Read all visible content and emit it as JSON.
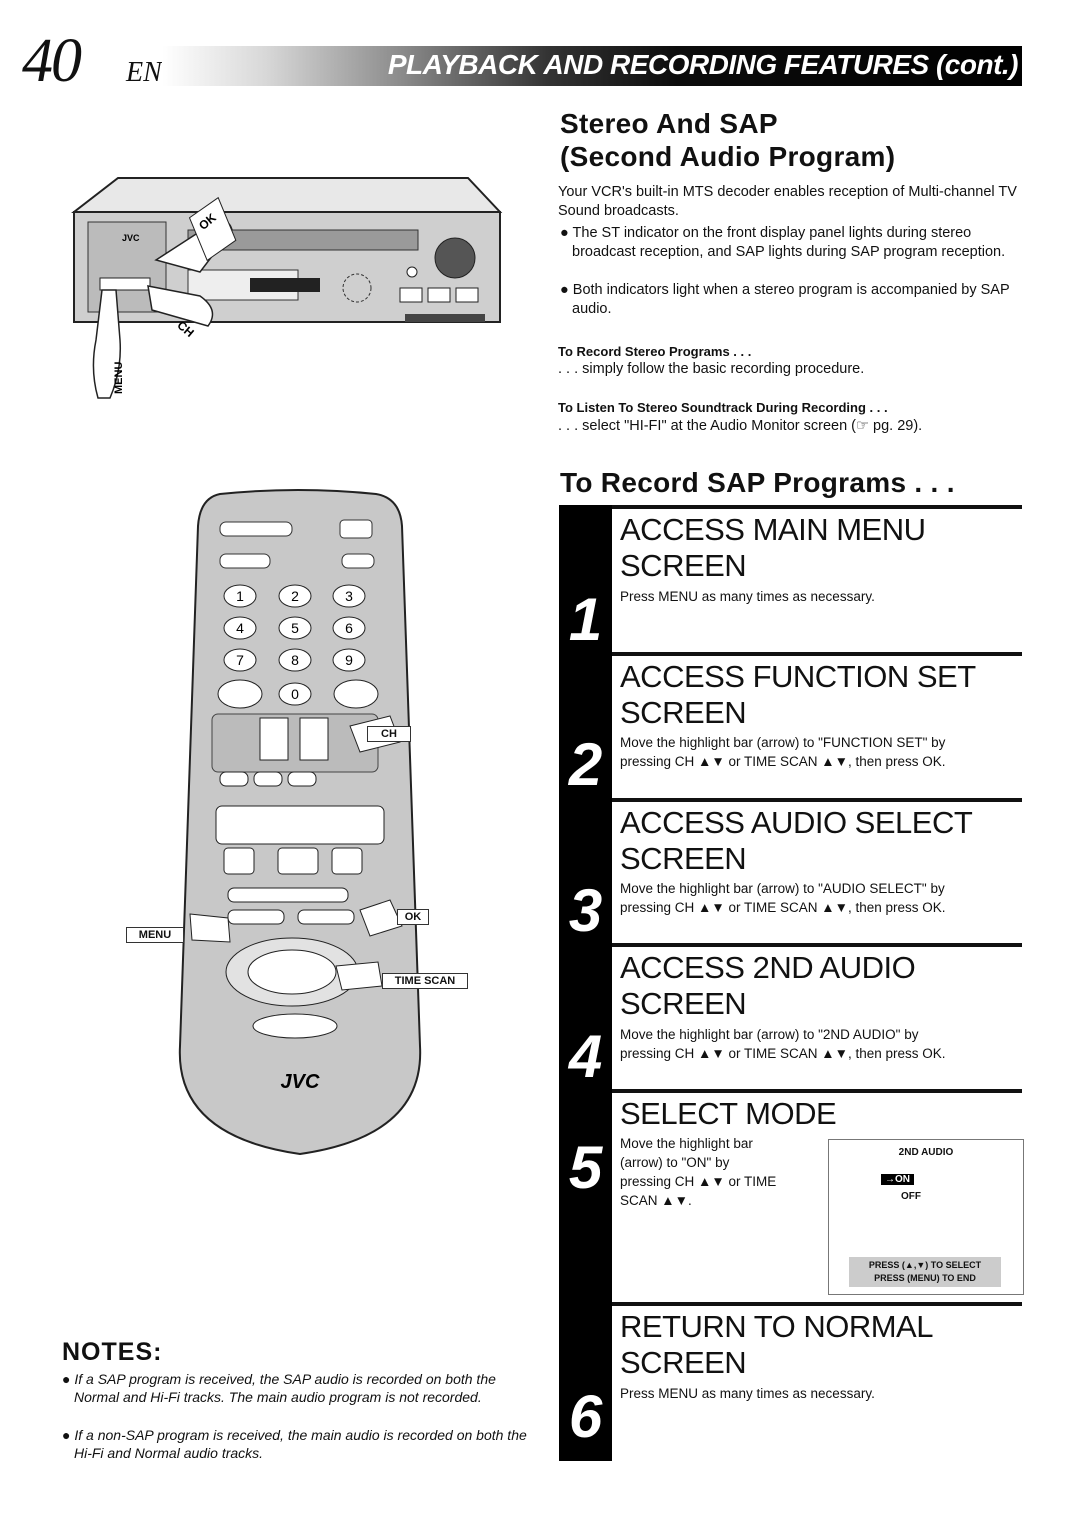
{
  "header": {
    "page_number": "40",
    "lang": "EN",
    "title": "PLAYBACK AND RECORDING FEATURES (cont.)"
  },
  "stereo": {
    "title_line1": "Stereo And SAP",
    "title_line2": "(Second Audio Program)",
    "intro": "Your VCR's built-in MTS decoder enables reception of Multi-channel TV Sound broadcasts.",
    "bullets": [
      "The ST indicator on the front display panel lights during stereo broadcast reception, and SAP lights during SAP program reception.",
      "Both indicators light when a stereo program is accompanied by SAP audio."
    ],
    "rec_stereo_head": "To Record Stereo Programs . . .",
    "rec_stereo_text": ". . . simply follow the basic recording procedure.",
    "listen_head": "To Listen To Stereo Soundtrack During Recording . . .",
    "listen_text": ". . . select \"HI-FI\" at the Audio Monitor screen (☞ pg. 29)."
  },
  "sap": {
    "title": "To Record SAP Programs . . .",
    "steps": [
      {
        "num": "1",
        "title_1": "ACCESS MAIN MENU",
        "title_2": "SCREEN",
        "text": "Press MENU as many times as necessary."
      },
      {
        "num": "2",
        "title_1": "ACCESS FUNCTION SET",
        "title_2": "SCREEN",
        "text_1": "Move the highlight bar (arrow) to \"FUNCTION SET\" by",
        "text_2": "pressing CH ▲▼ or TIME SCAN ▲▼, then press OK."
      },
      {
        "num": "3",
        "title_1": "ACCESS AUDIO SELECT",
        "title_2": "SCREEN",
        "text_1": "Move the highlight bar (arrow) to \"AUDIO SELECT\" by",
        "text_2": "pressing CH ▲▼ or TIME SCAN ▲▼, then press OK."
      },
      {
        "num": "4",
        "title_1": "ACCESS 2ND AUDIO",
        "title_2": "SCREEN",
        "text_1": "Move the highlight bar (arrow) to \"2ND AUDIO\" by",
        "text_2": "pressing CH ▲▼ or TIME SCAN ▲▼, then press OK."
      },
      {
        "num": "5",
        "title_1": "SELECT MODE",
        "text_1": "Move the highlight bar",
        "text_2": "(arrow) to \"ON\" by",
        "text_3": "pressing CH ▲▼ or TIME",
        "text_4": "SCAN ▲▼."
      },
      {
        "num": "6",
        "title_1": "RETURN TO NORMAL",
        "title_2": "SCREEN",
        "text": "Press MENU as many times as necessary."
      }
    ],
    "osd": {
      "title": "2ND AUDIO",
      "on": "→ON",
      "off": "OFF",
      "press_1": "PRESS (▲,▼) TO SELECT",
      "press_2": "PRESS (MENU) TO END"
    }
  },
  "notes": {
    "heading": "NOTES:",
    "items": [
      "If a SAP program is received, the SAP audio is recorded on both the Normal and Hi-Fi tracks. The main audio program is not recorded.",
      "If a non-SAP program is received, the main audio is recorded on both the Hi-Fi and Normal audio tracks."
    ]
  },
  "vcr_labels": {
    "brand": "JVC",
    "ok": "OK",
    "ch": "CH",
    "menu": "MENU"
  },
  "remote_labels": {
    "brand": "JVC",
    "ch": "CH",
    "ok": "OK",
    "menu": "MENU",
    "time_scan": "TIME SCAN",
    "keys": [
      "1",
      "2",
      "3",
      "4",
      "5",
      "6",
      "7",
      "8",
      "9",
      "0"
    ]
  }
}
